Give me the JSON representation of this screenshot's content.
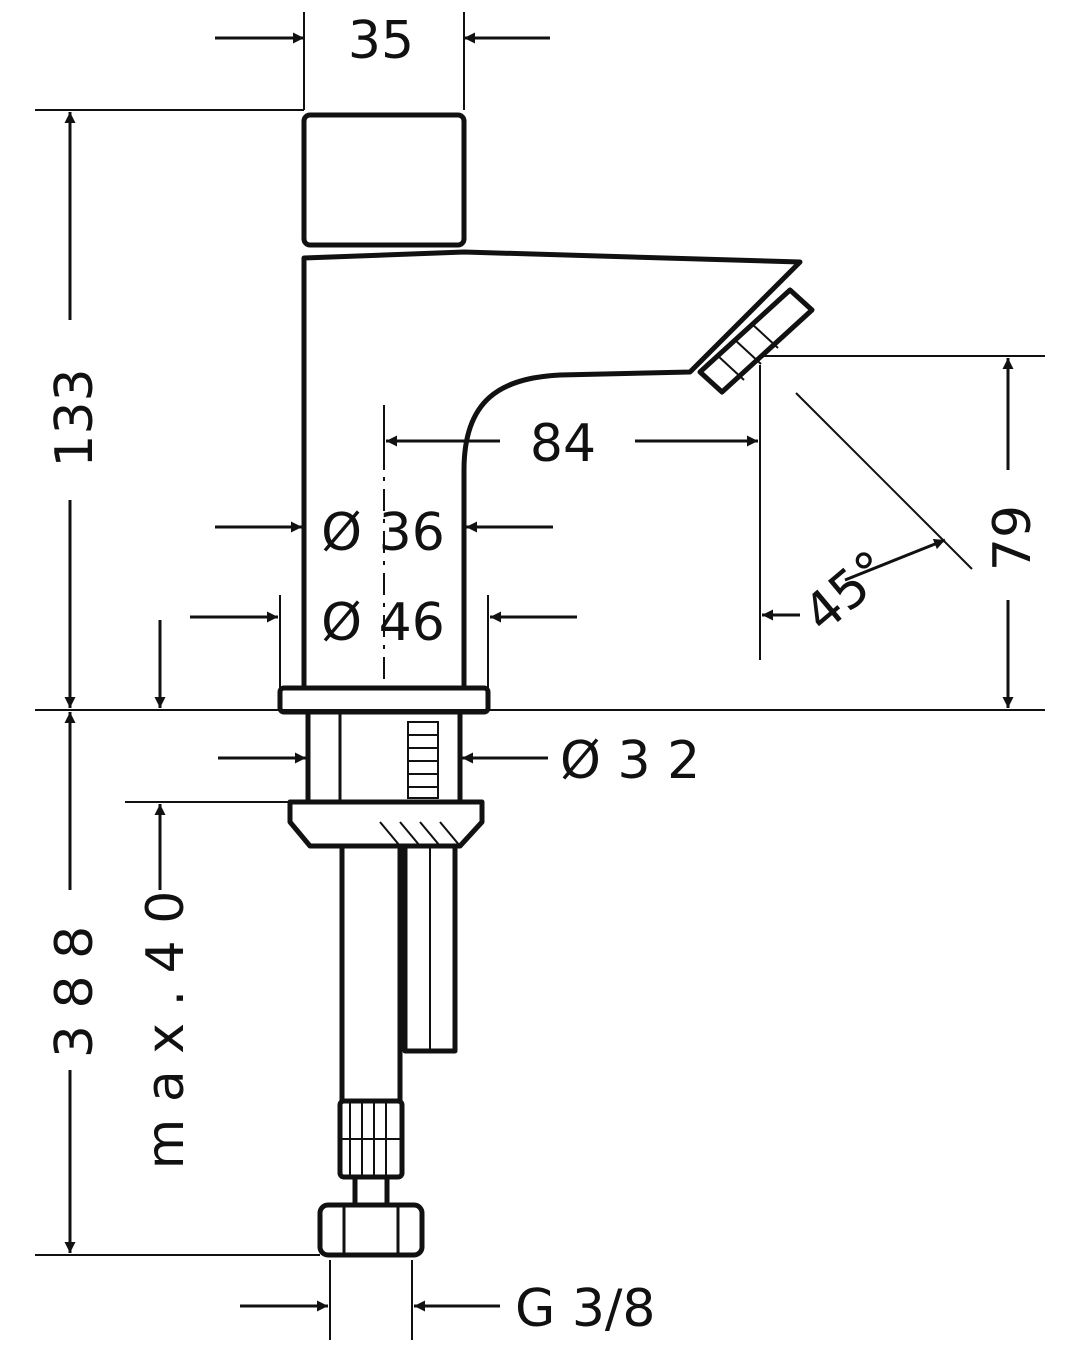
{
  "labels": {
    "top_width": "35",
    "total_height": "133",
    "spout_reach": "84",
    "body_diameter_upper": "Ø 36",
    "body_diameter_lower": "Ø 46",
    "outlet_height": "79",
    "angle": "45°",
    "shank_diameter": "Ø 3 2",
    "below_deck_length": "3 8 8",
    "max_deck_thickness": "m a x . 4 0",
    "connection_thread": "G 3/8"
  },
  "colors": {
    "line": "#111111",
    "background": "#ffffff"
  }
}
